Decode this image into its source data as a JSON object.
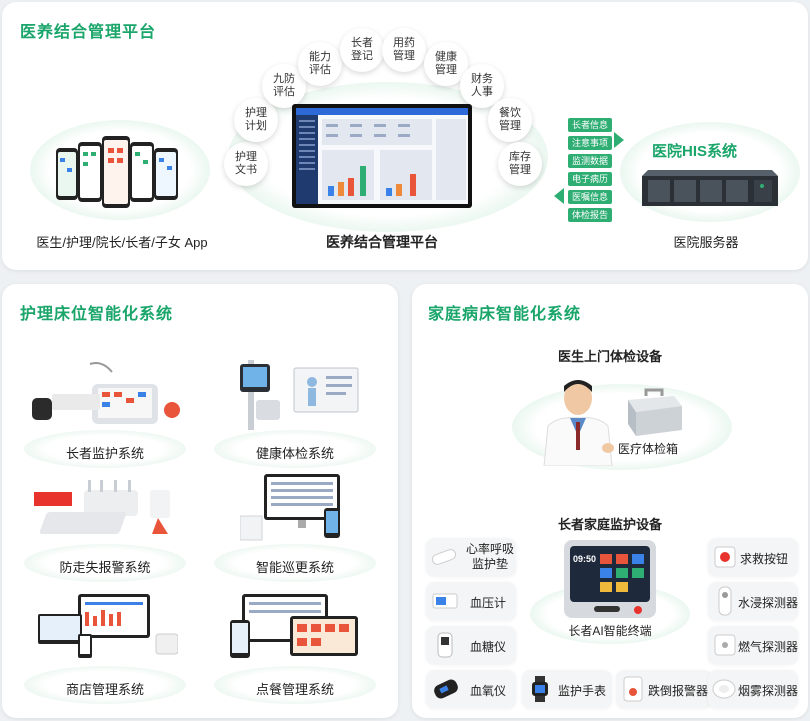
{
  "top": {
    "title": "医养结合管理平台",
    "app_label": "医生/护理/院长/长者/子女 App",
    "center_label": "医养结合管理平台",
    "his_title": "医院HIS系统",
    "server_label": "医院服务器",
    "bubbles": [
      "护理\n文书",
      "护理\n计划",
      "九防\n评估",
      "能力\n评估",
      "长者\n登记",
      "用药\n管理",
      "健康\n管理",
      "财务\n人事",
      "餐饮\n管理",
      "库存\n管理"
    ],
    "tags_right": [
      "长者信息",
      "注意事项",
      "监测数据"
    ],
    "tags_left": [
      "电子病历",
      "医嘱信息",
      "体检报告"
    ]
  },
  "nursing": {
    "title": "护理床位智能化系统",
    "systems": [
      "长者监护系统",
      "健康体检系统",
      "防走失报警系统",
      "智能巡更系统",
      "商店管理系统",
      "点餐管理系统"
    ]
  },
  "home": {
    "title": "家庭病床智能化系统",
    "doctor_section": "医生上门体检设备",
    "kit_label": "医疗体检箱",
    "monitor_section": "长者家庭监护设备",
    "terminal_label": "长者AI智能终端",
    "terminal_time": "09:50",
    "left_devices": [
      "心率呼吸\n监护垫",
      "血压计",
      "血糖仪",
      "血氧仪"
    ],
    "right_devices": [
      "求救按钮",
      "水浸探测器",
      "燃气探测器",
      "烟雾探测器"
    ],
    "bottom_devices": [
      "监护手表",
      "跌倒报警器"
    ]
  },
  "colors": {
    "accent": "#1aa56a",
    "tag": "#2fae74",
    "panel": "#ffffff"
  }
}
